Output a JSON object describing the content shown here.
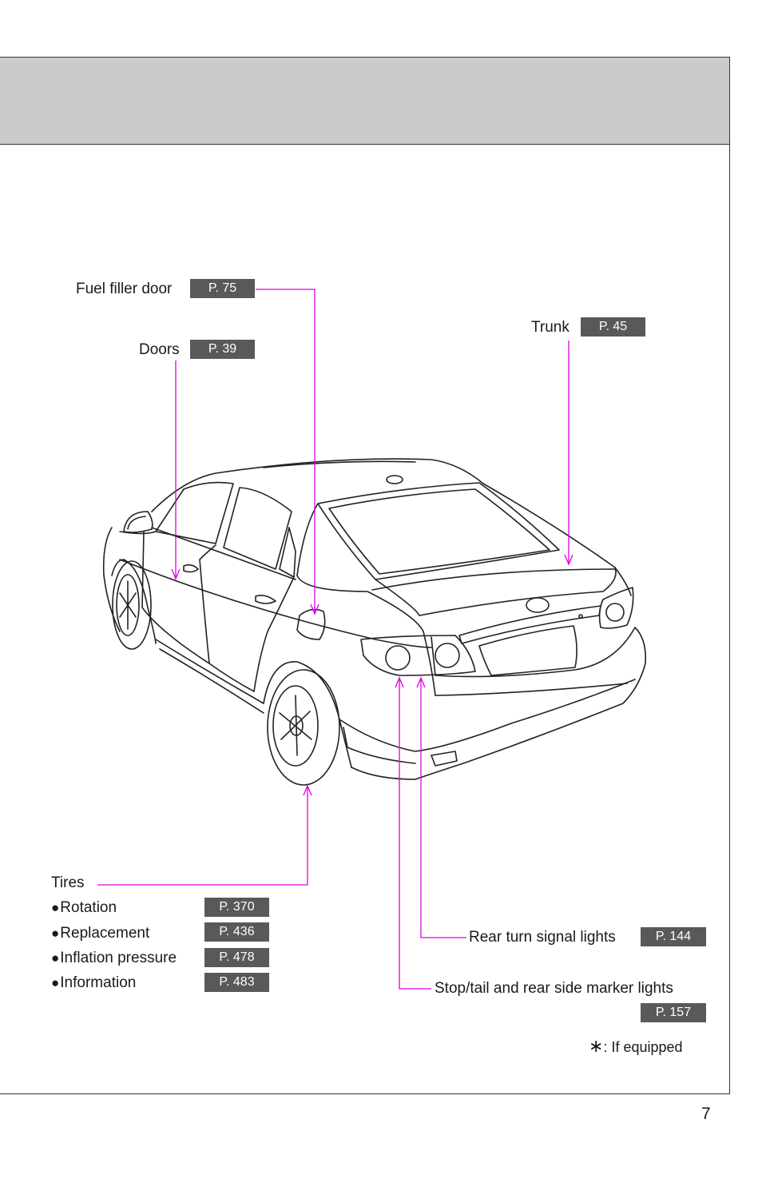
{
  "page_number": "7",
  "footnote": {
    "mark": "∗",
    "text": ": If equipped"
  },
  "callouts": {
    "fuel_filler_door": {
      "label": "Fuel filler door",
      "ref": "P. 75"
    },
    "doors": {
      "label": "Doors",
      "ref": "P. 39"
    },
    "trunk": {
      "label": "Trunk",
      "ref": "P. 45"
    },
    "rear_turn_signal": {
      "label": "Rear turn signal lights",
      "ref": "P. 144"
    },
    "stop_tail": {
      "label": "Stop/tail and rear side marker lights",
      "ref": "P. 157"
    }
  },
  "tires": {
    "label": "Tires",
    "bullet": "●",
    "items": [
      {
        "label": "Rotation",
        "ref": "P. 370"
      },
      {
        "label": "Replacement",
        "ref": "P. 436"
      },
      {
        "label": "Inflation pressure",
        "ref": "P. 478"
      },
      {
        "label": "Information",
        "ref": "P. 483"
      }
    ]
  },
  "colors": {
    "leader_line": "#e000e0",
    "ref_box": "#595959",
    "header_band": "#cbcbcb"
  }
}
